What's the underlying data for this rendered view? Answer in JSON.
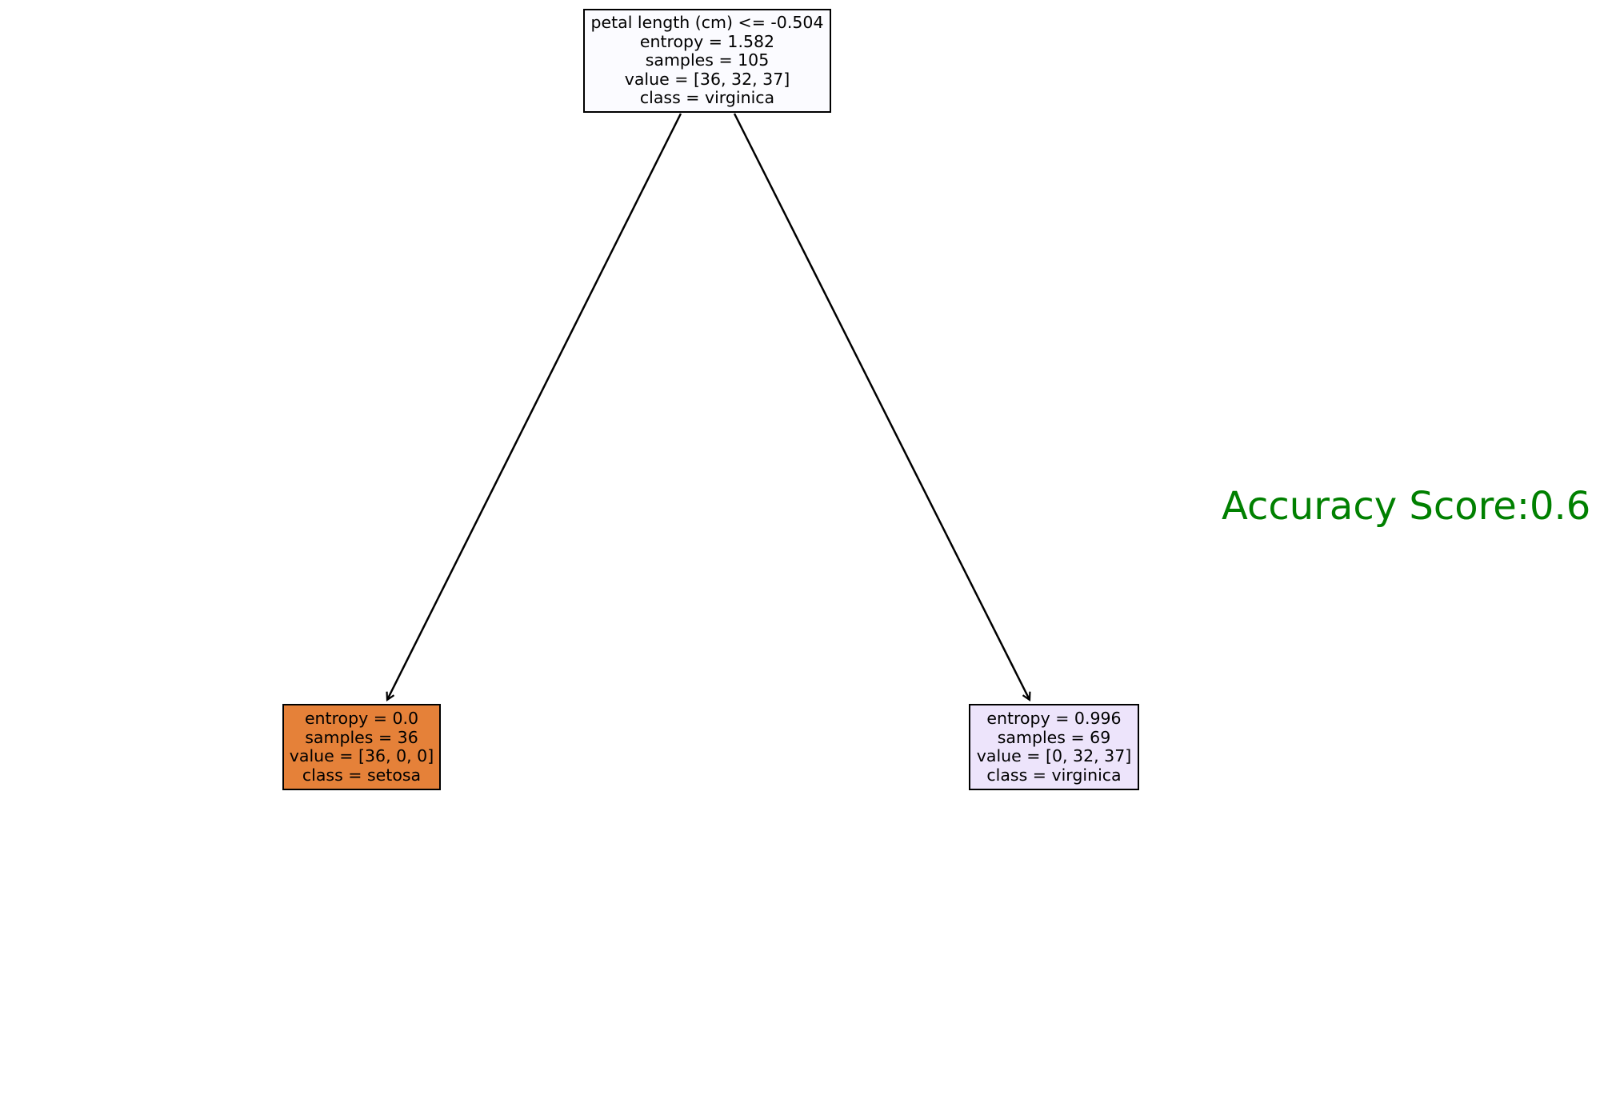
{
  "tree": {
    "root": {
      "lines": [
        "petal length (cm) <= -0.504",
        "entropy = 1.582",
        "samples = 105",
        "value = [36, 32, 37]",
        "class = virginica"
      ],
      "fill": "#fbfbff"
    },
    "left": {
      "lines": [
        "entropy = 0.0",
        "samples = 36",
        "value = [36, 0, 0]",
        "class = setosa"
      ],
      "fill": "#e58139"
    },
    "right": {
      "lines": [
        "entropy = 0.996",
        "samples = 69",
        "value = [0, 32, 37]",
        "class = virginica"
      ],
      "fill": "#ede4fb"
    }
  },
  "accuracy": {
    "text": "Accuracy Score:0.6",
    "color": "#008000"
  }
}
